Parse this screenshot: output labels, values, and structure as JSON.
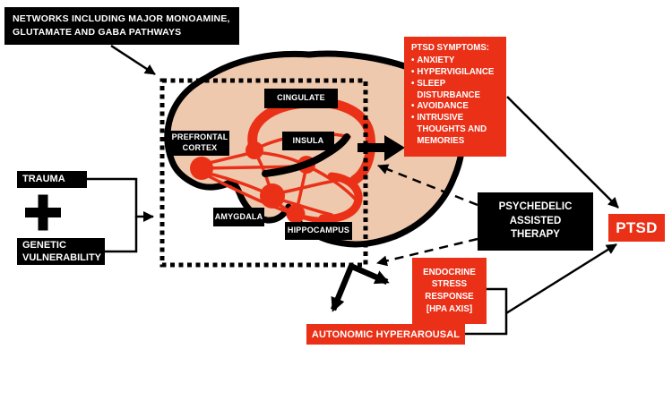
{
  "diagram": {
    "colors": {
      "accent_red": "#ea3118",
      "box_black": "#000000",
      "brain_fill": "#efc9ae",
      "text_white": "#ffffff"
    },
    "networks_label": "NETWORKS INCLUDING MAJOR MONOAMINE, GLUTAMATE AND GABA PATHWAYS",
    "inputs": {
      "trauma": "TRAUMA",
      "genetic": "GENETIC VULNERABILITY"
    },
    "brain_regions": {
      "cingulate": "CINGULATE",
      "prefrontal": "PREFRONTAL CORTEX",
      "insula": "INSULA",
      "amygdala": "AMYGDALA",
      "hippocampus": "HIPPOCAMPUS"
    },
    "symptoms": {
      "title": "PTSD SYMPTOMS:",
      "items": [
        "ANXIETY",
        "HYPERVIGILANCE",
        "SLEEP DISTURBANCE",
        "AVOIDANCE",
        "INTRUSIVE THOUGHTS AND MEMORIES"
      ]
    },
    "therapy_label": "PSYCHEDELIC ASSISTED THERAPY",
    "outcome_label": "PTSD",
    "endocrine_label": "ENDOCRINE STRESS RESPONSE [HPA AXIS]",
    "autonomic_label": "AUTONOMIC HYPERAROUSAL"
  }
}
